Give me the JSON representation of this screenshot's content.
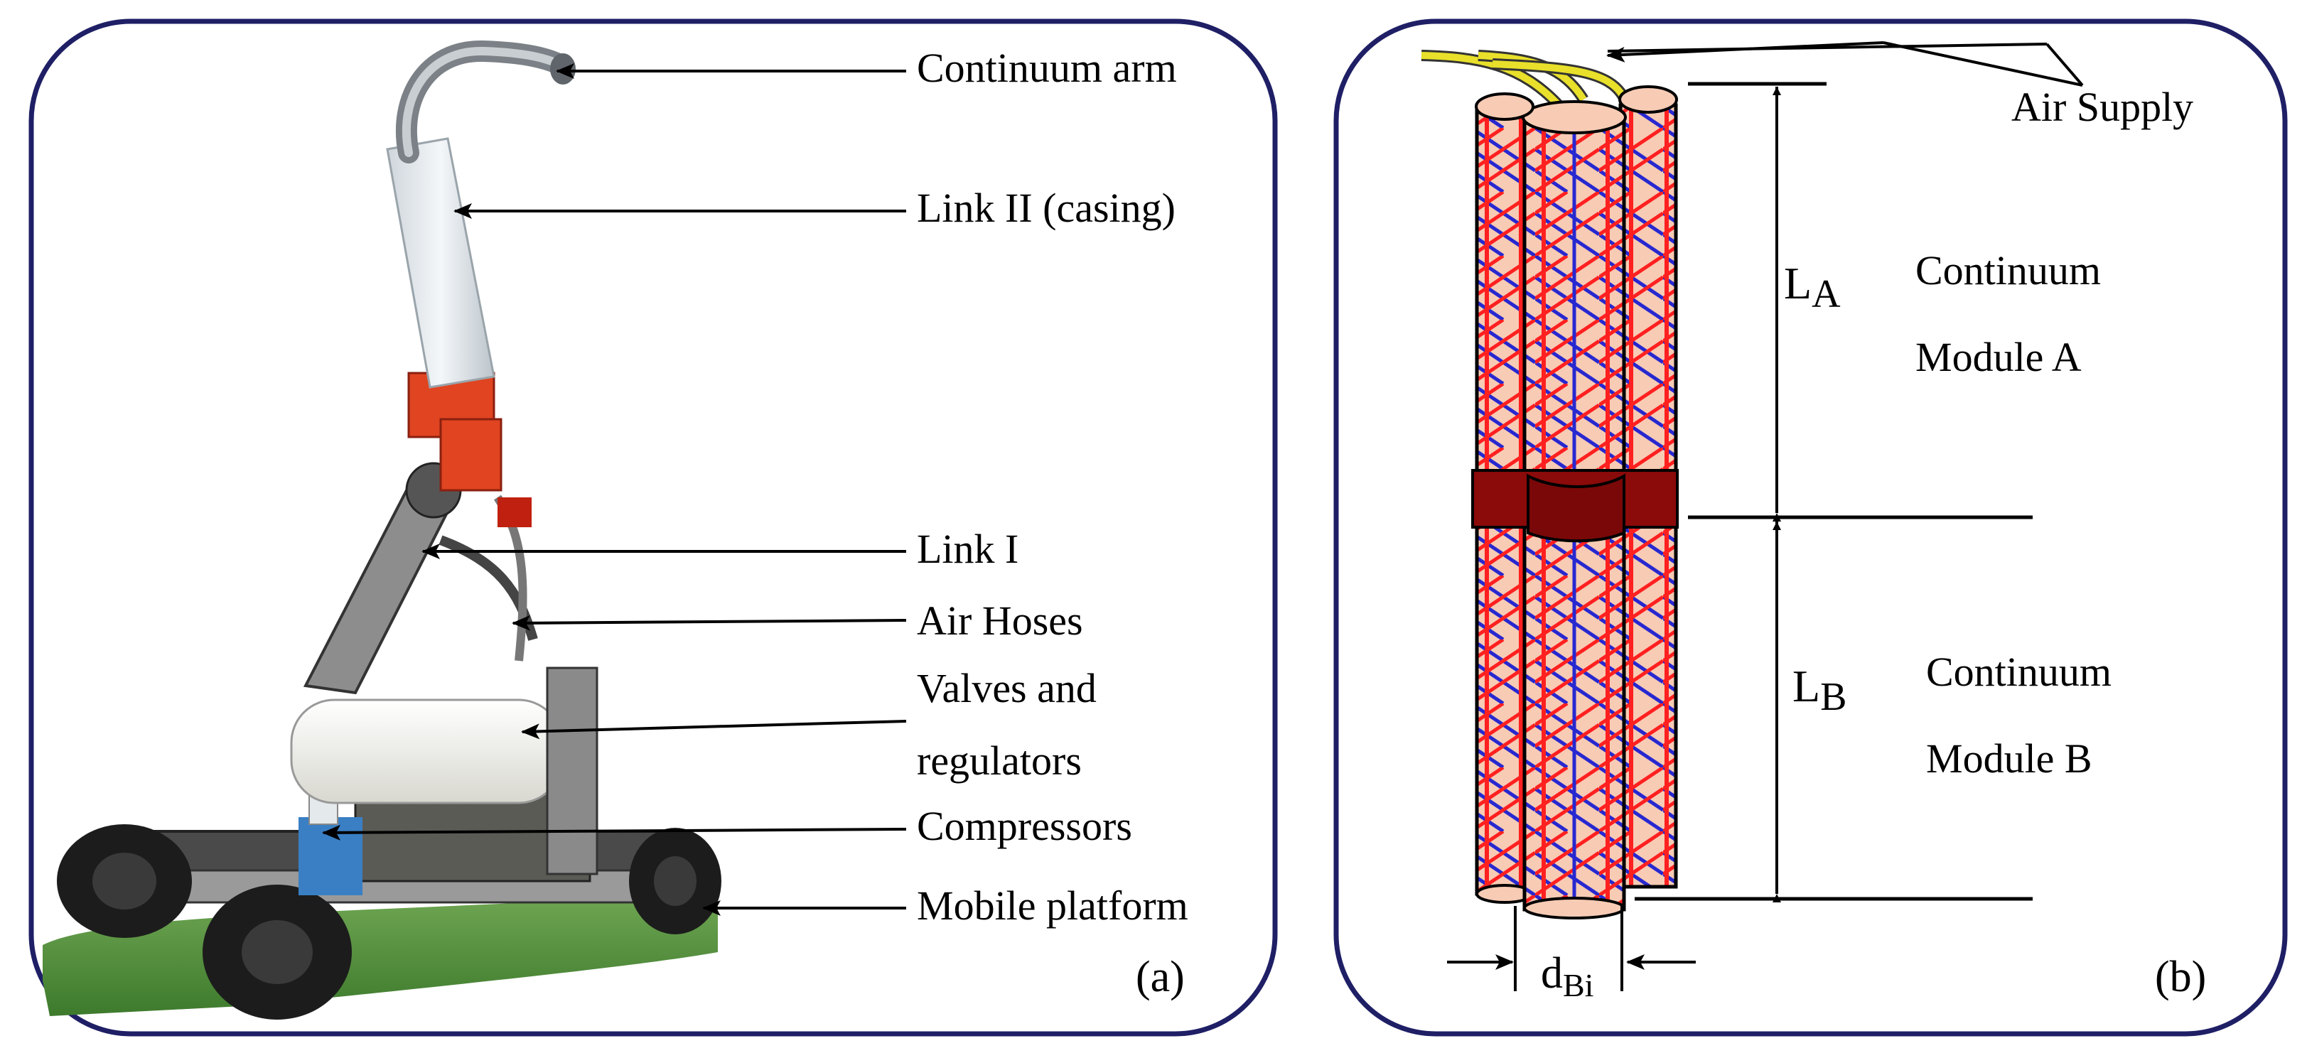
{
  "panel_a": {
    "letter": "(a)",
    "labels": {
      "continuum_arm": "Continuum arm",
      "link_ii": "Link II (casing)",
      "link_i": "Link I",
      "air_hoses": "Air Hoses",
      "valves_line1": "Valves and",
      "valves_line2": "regulators",
      "compressors": "Compressors",
      "mobile_platform": "Mobile platform"
    }
  },
  "panel_b": {
    "letter": "(b)",
    "air_supply": "Air Supply",
    "la_main": "L",
    "la_sub": "A",
    "lb_main": "L",
    "lb_sub": "B",
    "module_a_line1": "Continuum",
    "module_a_line2": "Module A",
    "module_b_line1": "Continuum",
    "module_b_line2": "Module B",
    "d_main": "d",
    "d_sub": "Bi"
  },
  "colors": {
    "frame": "#1f1f66",
    "tube_fill": "#f7cbb4",
    "fiber_red": "#ff2020",
    "fiber_blue": "#2828d0",
    "band": "#8b0a0a",
    "hose": "#e8e02a"
  }
}
